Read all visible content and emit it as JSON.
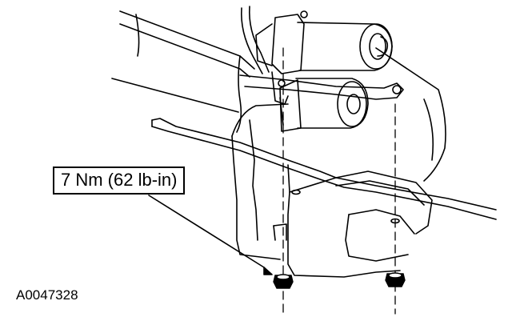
{
  "diagram": {
    "callout_label": "7 Nm (62 lb-in)",
    "figure_id": "A0047328",
    "line_color": "#000000",
    "background_color": "#ffffff",
    "parts": [
      "windshield-washer-reservoir",
      "washer-pump-motor",
      "mounting-bracket",
      "mounting-nut",
      "mounting-bolt"
    ]
  }
}
